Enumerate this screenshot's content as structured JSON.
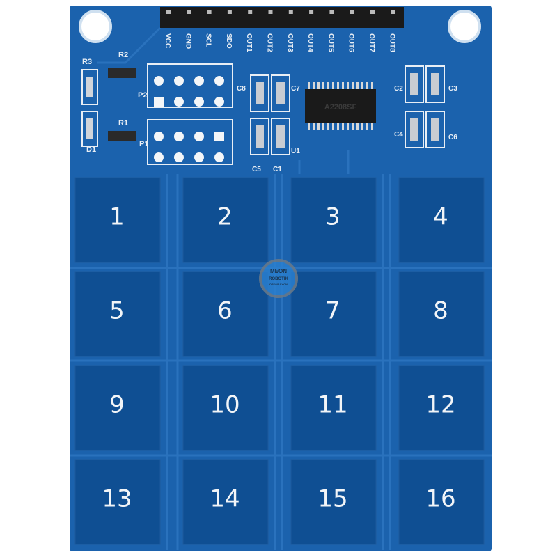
{
  "board": {
    "colors": {
      "board": "#1b62ad",
      "pad": "#0f4f93",
      "silk": "#e8eef5",
      "header": "#1a1a1a"
    },
    "header_pins": [
      "VCC",
      "GND",
      "SCL",
      "SDO",
      "OUT1",
      "OUT2",
      "OUT3",
      "OUT4",
      "OUT5",
      "OUT6",
      "OUT7",
      "OUT8"
    ],
    "components": {
      "r1": "R1",
      "r2": "R2",
      "r3": "R3",
      "d1": "D1",
      "p1": "P1",
      "p2": "P2",
      "c1": "C1",
      "c2": "C2",
      "c3": "C3",
      "c4": "C4",
      "c5": "C5",
      "c6": "C6",
      "c7": "C7",
      "c8": "C8",
      "u1": "U1"
    },
    "chip_marking": "A2208SF",
    "keys": [
      "1",
      "2",
      "3",
      "4",
      "5",
      "6",
      "7",
      "8",
      "9",
      "10",
      "11",
      "12",
      "13",
      "14",
      "15",
      "16"
    ]
  },
  "watermark": {
    "line1": "MEON",
    "line2": "ROBOTIK",
    "line3": "OTOMASYON"
  }
}
